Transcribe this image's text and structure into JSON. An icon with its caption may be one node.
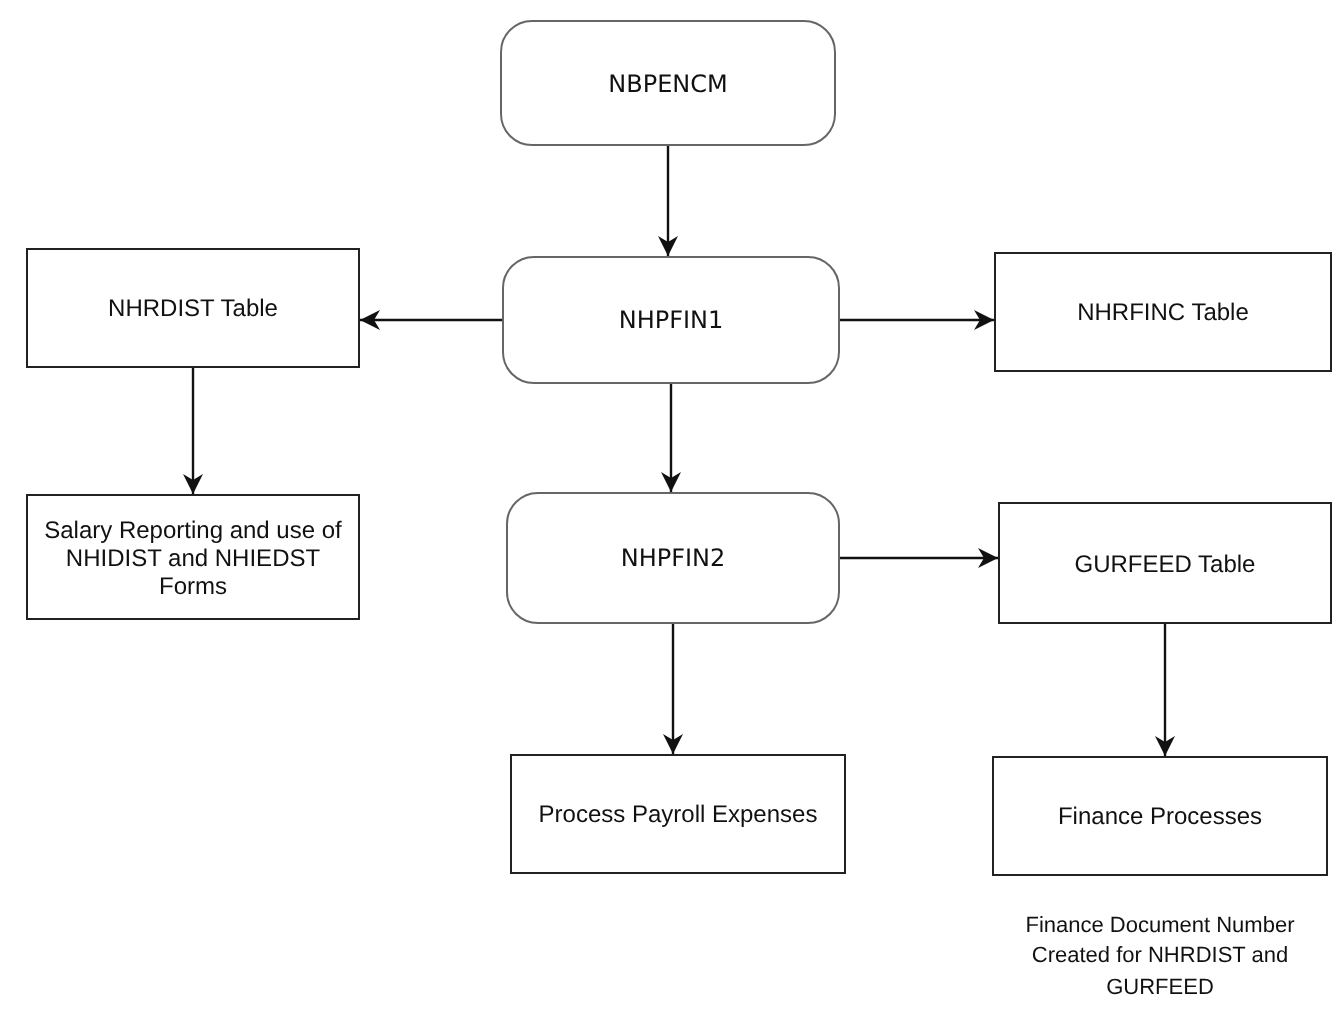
{
  "diagram": {
    "nodes": [
      {
        "text": [
          "NBPENCM"
        ]
      },
      {
        "text": [
          "NHPFIN1"
        ]
      },
      {
        "text": [
          "NHRDIST Table"
        ]
      },
      {
        "text": [
          "NHRFINC Table"
        ]
      },
      {
        "text": [
          "Salary Reporting and use of NHIDIST and NHIEDST Forms"
        ]
      },
      {
        "text": [
          "NHPFIN2"
        ]
      },
      {
        "text": [
          "GURFEED Table"
        ]
      },
      {
        "text": [
          "Process Payroll Expenses"
        ]
      },
      {
        "text": [
          "Finance Processes"
        ],
        "beside": [
          "Finance Document Number Created for NHRDIST and GURFEED"
        ]
      }
    ],
    "edges": [
      {
        "from": 0,
        "to": 1,
        "arrow": "to"
      },
      {
        "from": 1,
        "to": 2,
        "arrow": "to"
      },
      {
        "from": 1,
        "to": 3,
        "arrow": "to"
      },
      {
        "from": 2,
        "to": 4,
        "arrow": "to"
      },
      {
        "from": 1,
        "to": 5,
        "arrow": "to"
      },
      {
        "from": 5,
        "to": 6,
        "arrow": "to"
      },
      {
        "from": 5,
        "to": 7,
        "arrow": "to"
      },
      {
        "from": 6,
        "to": 8,
        "arrow": "to"
      }
    ]
  }
}
